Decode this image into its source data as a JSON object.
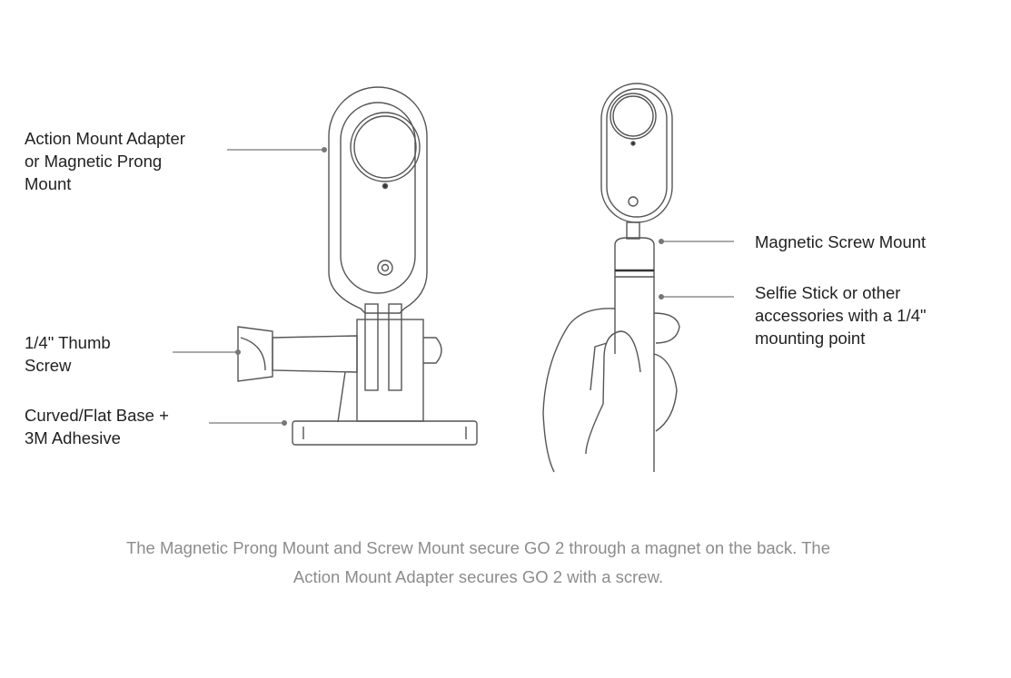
{
  "labels": {
    "action_mount": "Action Mount Adapter\nor Magnetic Prong\nMount",
    "thumb_screw": "1/4\" Thumb\nScrew",
    "base": "Curved/Flat Base +\n3M Adhesive",
    "magnetic_screw": "Magnetic Screw Mount",
    "selfie_stick": "Selfie Stick or other\naccessories with a 1/4\"\nmounting point"
  },
  "caption": {
    "line1": "The Magnetic Prong Mount and Screw Mount secure GO 2 through a magnet on the back. The",
    "line2": "Action Mount Adapter secures GO 2 with a screw."
  }
}
